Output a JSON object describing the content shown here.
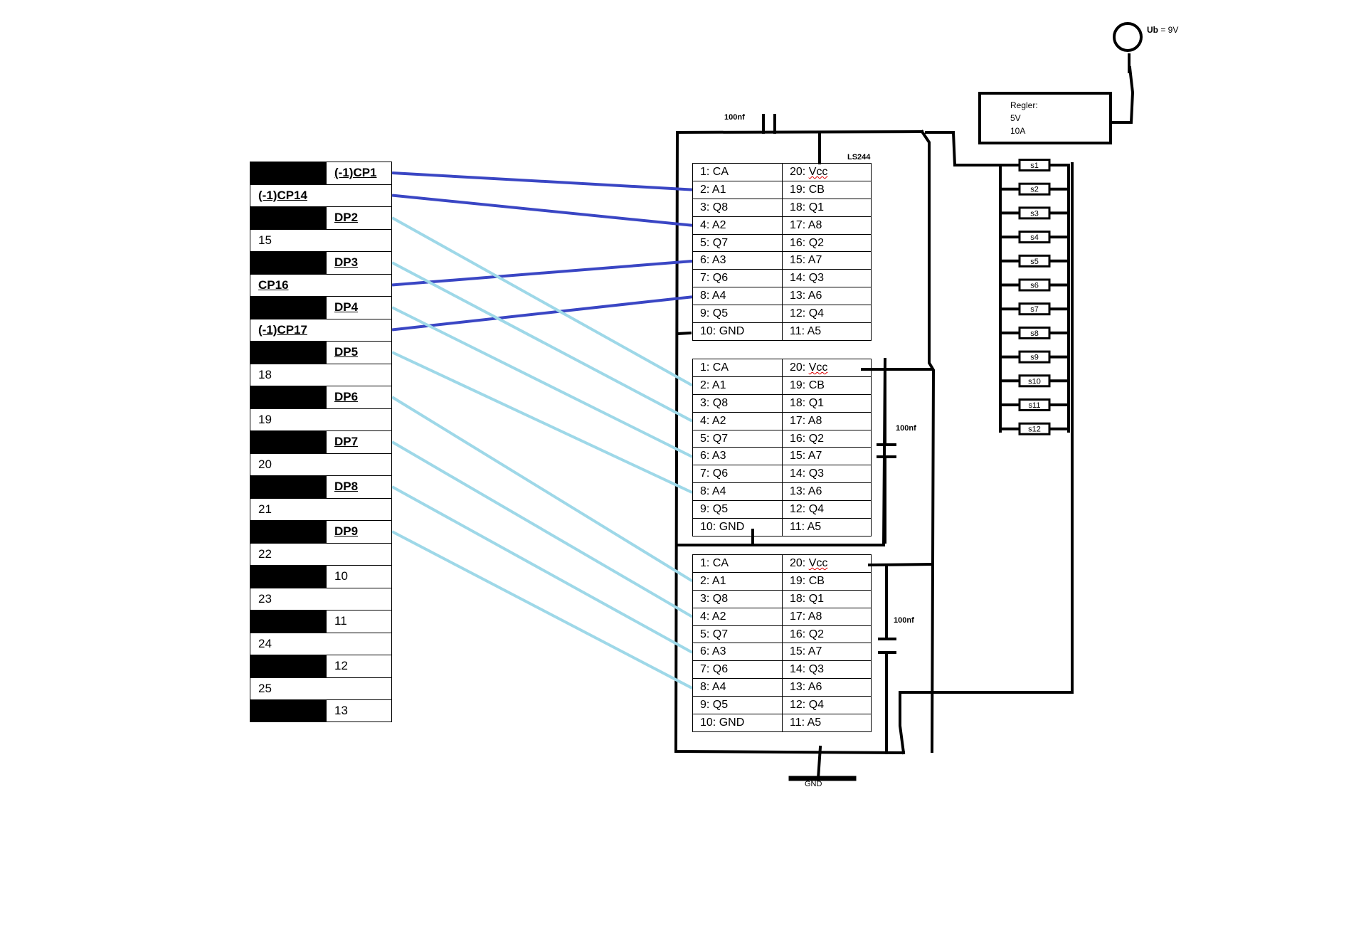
{
  "connector": [
    {
      "label": "(-1)CP1",
      "dark": true,
      "bold": true
    },
    {
      "label": "(-1)CP14",
      "dark": false,
      "bold": true
    },
    {
      "label": "DP2",
      "dark": true,
      "bold": true
    },
    {
      "label": "15",
      "dark": false,
      "bold": false
    },
    {
      "label": "DP3",
      "dark": true,
      "bold": true
    },
    {
      "label": "CP16",
      "dark": false,
      "bold": true
    },
    {
      "label": "DP4",
      "dark": true,
      "bold": true
    },
    {
      "label": "(-1)CP17",
      "dark": false,
      "bold": true
    },
    {
      "label": "DP5",
      "dark": true,
      "bold": true
    },
    {
      "label": "18",
      "dark": false,
      "bold": false
    },
    {
      "label": "DP6",
      "dark": true,
      "bold": true
    },
    {
      "label": "19",
      "dark": false,
      "bold": false
    },
    {
      "label": "DP7",
      "dark": true,
      "bold": true
    },
    {
      "label": "20",
      "dark": false,
      "bold": false
    },
    {
      "label": "DP8",
      "dark": true,
      "bold": true
    },
    {
      "label": "21",
      "dark": false,
      "bold": false
    },
    {
      "label": "DP9",
      "dark": true,
      "bold": true
    },
    {
      "label": "22",
      "dark": false,
      "bold": false
    },
    {
      "label": "10",
      "dark": true,
      "bold": false
    },
    {
      "label": "23",
      "dark": false,
      "bold": false
    },
    {
      "label": "11",
      "dark": true,
      "bold": false
    },
    {
      "label": "24",
      "dark": false,
      "bold": false
    },
    {
      "label": "12",
      "dark": true,
      "bold": false
    },
    {
      "label": "25",
      "dark": false,
      "bold": false
    },
    {
      "label": "13",
      "dark": true,
      "bold": false
    }
  ],
  "ic_pins": {
    "left": [
      "1: CA",
      "2: A1",
      "3: Q8",
      "4: A2",
      "5: Q7",
      "6: A3",
      "7: Q6",
      "8: A4",
      "9: Q5",
      "10: GND"
    ],
    "right": [
      "20: Vcc",
      "19: CB",
      "18: Q1",
      "17: A8",
      "16: Q2",
      "15: A7",
      "14: Q3",
      "13: A6",
      "12: Q4",
      "11: A5"
    ]
  },
  "ic_label": "LS244",
  "capacitor_label": "100nf",
  "regulator": {
    "line1": "Regler:",
    "line2": "5V",
    "line3": "10A"
  },
  "supply": {
    "name": "Ub",
    "value": "= 9V"
  },
  "gnd_label": "GND",
  "sockets": [
    "s1",
    "s2",
    "s3",
    "s4",
    "s5",
    "s6",
    "s7",
    "s8",
    "s9",
    "s10",
    "s11",
    "s12"
  ],
  "colors": {
    "dark_wire": "#3a46c4",
    "light_wire": "#9ed8e8"
  }
}
